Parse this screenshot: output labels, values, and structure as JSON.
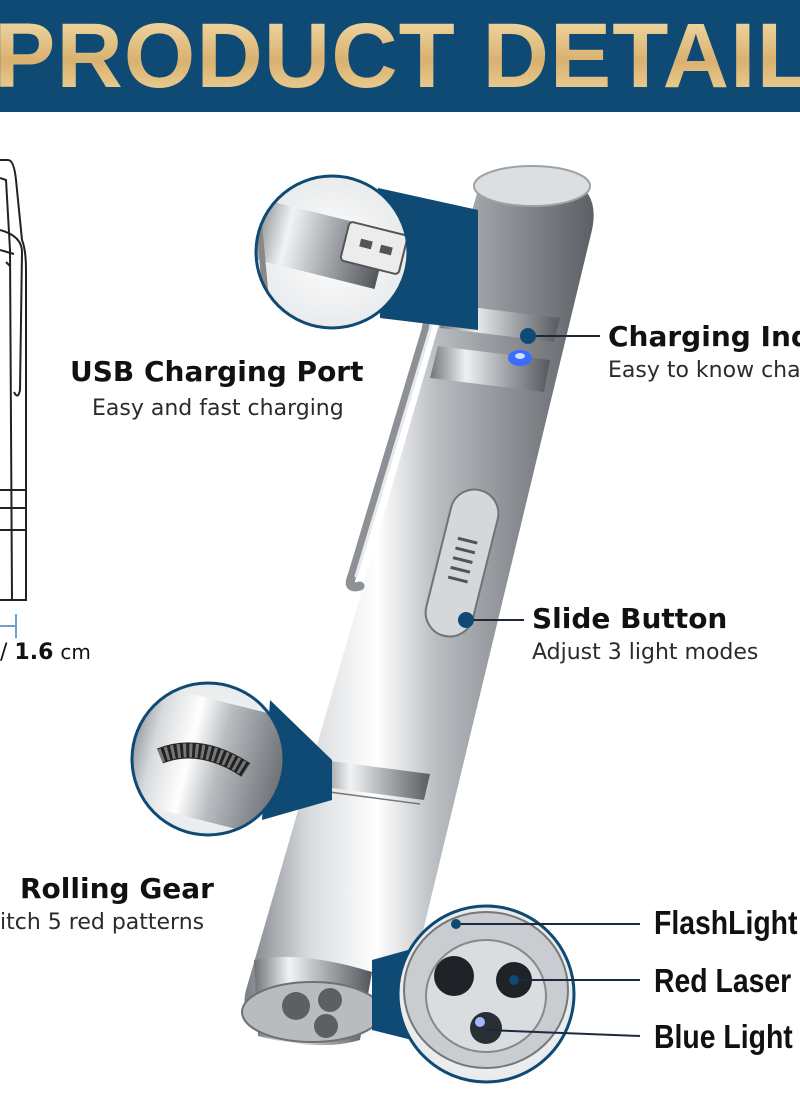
{
  "banner": {
    "title": "PRODUCT DETAILS"
  },
  "size": {
    "value": "1.6",
    "unit": "cm",
    "separator": "/"
  },
  "callouts": {
    "usb": {
      "title": "USB Charging Port",
      "sub": "Easy and fast charging"
    },
    "indicator": {
      "title": "Charging Ind",
      "sub": "Easy to know cha"
    },
    "slide": {
      "title": "Slide Button",
      "sub": "Adjust 3 light modes"
    },
    "gear": {
      "title": "Rolling Gear",
      "sub": "itch 5 red patterns"
    },
    "flash": {
      "title": "FlashLight"
    },
    "red": {
      "title": "Red Laser Li"
    },
    "blue": {
      "title": "Blue Light"
    }
  },
  "colors": {
    "banner": "#0f4a74",
    "gold": "#e9c98a",
    "accent_navy": "#0f4a74",
    "led_blue": "#3a6cff"
  },
  "icons": [
    "flashlight-product",
    "usb-plug",
    "clip",
    "rolling-gear",
    "lens-cluster"
  ]
}
